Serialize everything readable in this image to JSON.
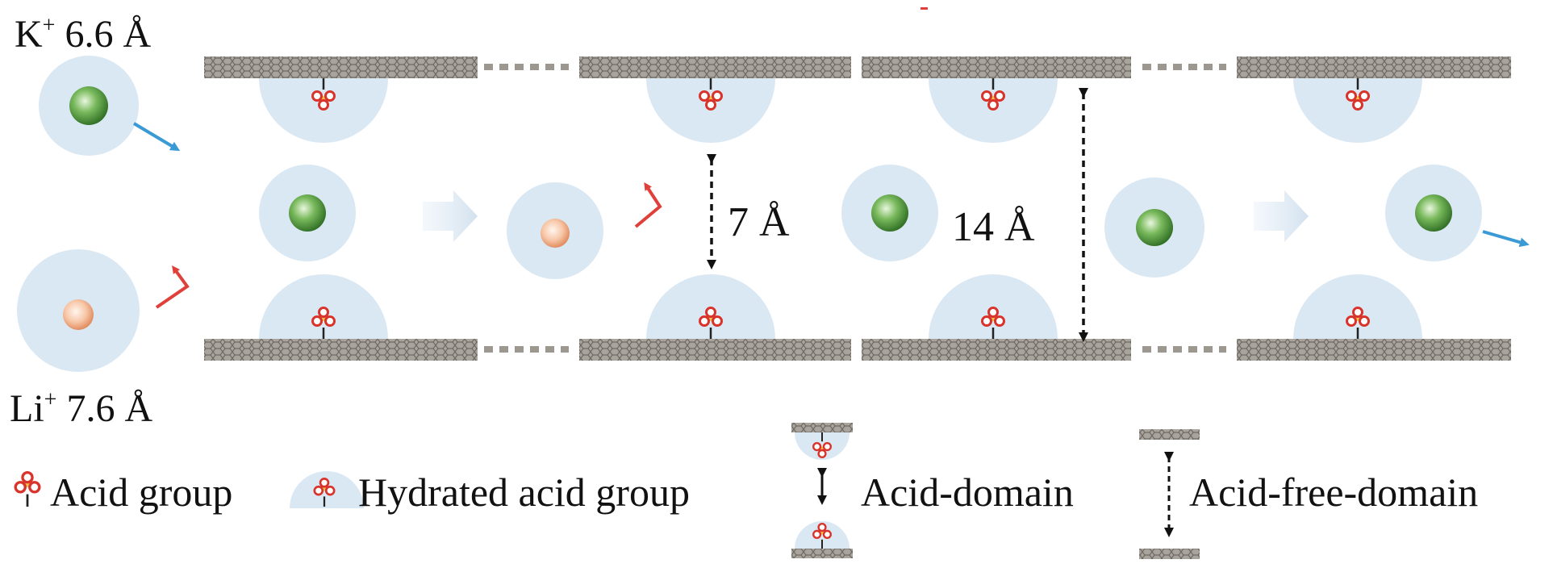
{
  "ions": {
    "potassium": {
      "symbol": "K",
      "charge": "+",
      "size": "6.6 Å"
    },
    "lithium": {
      "symbol": "Li",
      "charge": "+",
      "size": "7.6 Å"
    }
  },
  "spacings": {
    "acid_domain_gap": "7 Å",
    "acid_free_gap": "14 Å"
  },
  "legend": {
    "acid_group": "Acid group",
    "hydrated_acid_group": "Hydrated acid group",
    "acid_domain": "Acid-domain",
    "acid_free_domain": "Acid-free-domain"
  },
  "colors": {
    "hydration_shell": "#dae8f4",
    "k_ion": "#4f9a3a",
    "li_ion": "#eea27e",
    "k_arrow": "#3a9ad6",
    "li_arrow": "#e0403a",
    "membrane": "#8c8881",
    "acid_ring": "#d9342b",
    "acid_fill": "#f2c24a"
  }
}
